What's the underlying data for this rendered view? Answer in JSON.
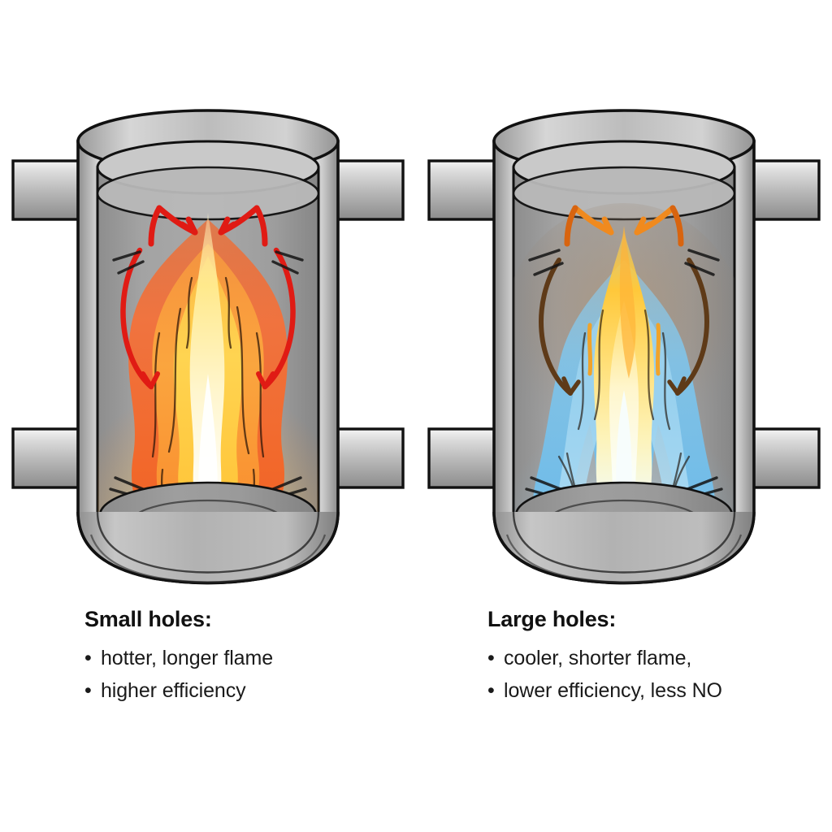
{
  "background_color": "#ffffff",
  "diagram_type": "comparison-illustration",
  "panels": [
    {
      "id": "small-holes",
      "side": "left",
      "caption": {
        "title": "Small holes:",
        "bullets": [
          "hotter, longer flame",
          "higher efficiency"
        ],
        "bullet_marker": "•"
      },
      "illustration": {
        "name": "combustion-chamber-hot-flame",
        "chamber_label": "cylindrical combustion chamber",
        "flame": {
          "type": "tall-orange-flame",
          "description": "hotter, longer orange/yellow flame filling the chamber",
          "core_colors": [
            "#fffdf0",
            "#fff3b8",
            "#ffd23c",
            "#ffa41f"
          ],
          "outer_colors": [
            "#f77a33",
            "#f0652c",
            "#e8531f"
          ]
        },
        "arrows": {
          "name": "recirculation-arrows",
          "color": "#e01b14",
          "count_top": 2,
          "count_mid": 2,
          "count_bottom": 2
        },
        "ports": [
          {
            "name": "upper-air-port-left",
            "position": "upper-left"
          },
          {
            "name": "upper-air-port-right",
            "position": "upper-right"
          },
          {
            "name": "lower-air-port-left",
            "position": "lower-left"
          },
          {
            "name": "lower-air-port-right",
            "position": "lower-right"
          }
        ],
        "burner_nozzle": {
          "name": "burner-nozzle",
          "shape": "short-cylinder"
        }
      }
    },
    {
      "id": "large-holes",
      "side": "right",
      "caption": {
        "title": "Large holes:",
        "bullets": [
          "cooler, shorter flame,",
          "lower efficiency, less NO"
        ],
        "bullet_marker": "•"
      },
      "illustration": {
        "name": "combustion-chamber-cool-flame",
        "chamber_label": "cylindrical combustion chamber",
        "flame": {
          "type": "short-blue-flame",
          "description": "cooler, shorter blue flame with pale yellow inner core",
          "core_colors": [
            "#ffffff",
            "#f2fbfb",
            "#fdf1b6",
            "#ffc83a"
          ],
          "outer_colors": [
            "#8ecdee",
            "#6fb9e6",
            "#a9c3cc"
          ]
        },
        "arrows": {
          "name": "recirculation-arrows",
          "color": "#f08a1e",
          "secondary_color": "#6b3a12",
          "count_top": 2,
          "count_mid": 2,
          "count_bottom": 2
        },
        "ports": [
          {
            "name": "upper-air-port-left",
            "position": "upper-left"
          },
          {
            "name": "upper-air-port-right",
            "position": "upper-right"
          },
          {
            "name": "lower-air-port-left",
            "position": "lower-left"
          },
          {
            "name": "lower-air-port-right",
            "position": "lower-right"
          }
        ],
        "burner_nozzle": {
          "name": "burner-nozzle",
          "shape": "short-cylinder"
        }
      }
    }
  ],
  "palette": {
    "outline": "#111111",
    "metal_light": "#f2f2f2",
    "metal_mid": "#bdbdbd",
    "metal_dark": "#8f8f8f",
    "chamber_interior": "#9a9a9a",
    "pipe_light": "#e6e6e6",
    "pipe_dark": "#8a8a8a",
    "text": "#1a1a1a"
  }
}
